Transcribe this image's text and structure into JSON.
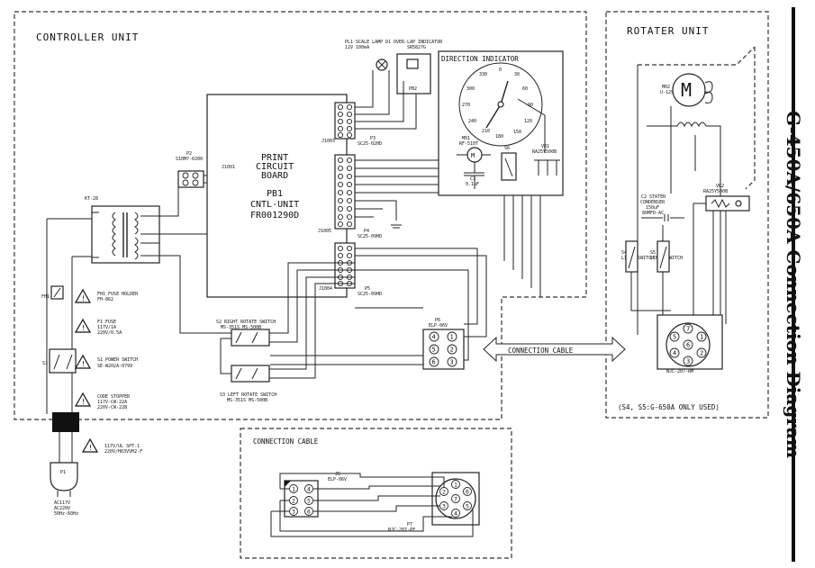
{
  "title": "G-450A/650A Connection Diagram",
  "controller": {
    "label": "CONTROLLER UNIT",
    "pcb": {
      "line1": "PRINT",
      "line2": "CIRCUIT",
      "line3": "BOARD",
      "line4": "PB1",
      "line5": "CNTL-UNIT",
      "line6": "FR001290D"
    },
    "j1001": "J1001",
    "p2": "P2",
    "p2_part": "S10M7-0200",
    "j1003": "J1003",
    "j1005": "J1005",
    "j1004": "J1004",
    "p3": "P3",
    "p3_part": "SC25-02HD",
    "p4": "P4",
    "p4_part": "SC25-09HD",
    "p5": "P5",
    "p5_part": "SC25-09HD",
    "pl1_line1": "PL1  SCALE LAMP",
    "pl1_line2": "12V  100mA",
    "d1_line1": "D1  OVER-LAP INDICATOR",
    "d1_line2": "SR5827G",
    "pb2": "PB2",
    "kt": "KT-28",
    "fh1_tag": "FH1",
    "fh1_line1": "FH1  FUSE HOLDER",
    "fh1_line2": "FH-862",
    "f1_line1": "F1 FUSE",
    "f1_line2": "117V/1A",
    "f1_line3": "220V/0.5A",
    "s1_tag": "S1",
    "s1_line1": "S1 POWER SWITCH",
    "s1_line2": "SE-W202A-0799",
    "cs_line1": "CODE STOPPER",
    "cs_line2": "117V-CW-22A",
    "cs_line3": "220V-CW-22B",
    "plug_line1": "117V/UL SPT-1",
    "plug_line2": "220V/H03VVH2-F",
    "p1": "P1",
    "p1_line1": "AC117V",
    "p1_line2": "AC220V",
    "p1_line3": "50Hz-60Hz",
    "s2_label": "S2 RIGHT ROTATE SWITCH",
    "s2_part": "MS-351S MS-500B",
    "s3_label": "S3 LEFT ROTATE SWITCH",
    "s3_part": "MS-351S MS-500B",
    "p6": "P6",
    "p6_part": "ELP-06V",
    "pins": [
      "1",
      "2",
      "3",
      "4",
      "5",
      "6"
    ]
  },
  "direction": {
    "label": "DIRECTION INDICATOR",
    "scale": [
      "0",
      "30",
      "60",
      "90",
      "120",
      "150",
      "180",
      "210",
      "240",
      "270",
      "300",
      "330"
    ],
    "m01_line1": "M01",
    "m01_line2": "RF-510T",
    "c1_line1": "C1",
    "c1_line2": "0.1uF",
    "s6": "S6",
    "vr1_line1": "VR1",
    "vr1_line2": "RA25Y500B"
  },
  "rotater": {
    "label": "ROTATER UNIT",
    "m02_line1": "M02",
    "m02_line2": "U-129",
    "c2_line1": "C2 STATER",
    "c2_line2": "CONDENSER",
    "c2_line3": "150uF",
    "c2_line4": "80MFD-AC",
    "s4_line1": "S4",
    "s4_line2": "LIMIT SWITCH",
    "s5_line1": "S5",
    "s5_line2": "LIMIT SWITCH",
    "vr2_line1": "VR2",
    "vr2_line2": "RA25Y500B",
    "j8_part": "NJC-207-RM",
    "note": "(S4, S5:G-650A ONLY USED)",
    "socket_pins": [
      "1",
      "2",
      "3",
      "4",
      "5",
      "6",
      "7"
    ]
  },
  "cable": {
    "arrow_label": "CONNECTION CABLE",
    "box_label": "CONNECTION CABLE",
    "j5_line1": "J5",
    "j5_line2": "ELP-06V",
    "p7_line1": "P7",
    "p7_line2": "NJC-207-PF"
  }
}
